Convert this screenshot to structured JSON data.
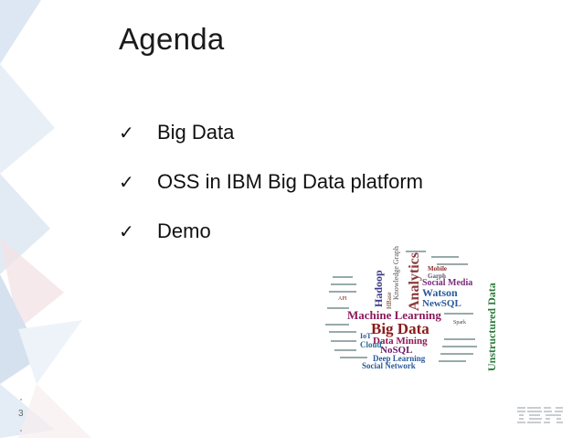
{
  "slide": {
    "title": "Agenda",
    "bullets": [
      {
        "text": "Big Data",
        "icon": "check-icon"
      },
      {
        "text": "OSS in IBM Big Data platform",
        "icon": "check-icon"
      },
      {
        "text": "Demo",
        "icon": "check-icon"
      }
    ],
    "page_number": "3",
    "logo_text": "IBM"
  },
  "word_cloud": {
    "words": [
      {
        "text": "Analytics",
        "color": "#8b3a3a"
      },
      {
        "text": "Hadoop",
        "color": "#3a3a8b"
      },
      {
        "text": "Knowledge Graph",
        "color": "#555"
      },
      {
        "text": "Social Media",
        "color": "#7a2a7a"
      },
      {
        "text": "Watson",
        "color": "#2a5a9a"
      },
      {
        "text": "NewSQL",
        "color": "#2a5a9a"
      },
      {
        "text": "Mobile",
        "color": "#8b2a2a"
      },
      {
        "text": "Garph",
        "color": "#556"
      },
      {
        "text": "Machine Learning",
        "color": "#8b1a5a"
      },
      {
        "text": "Big Data",
        "color": "#8b1a1a"
      },
      {
        "text": "Data Mining",
        "color": "#8b1a5a"
      },
      {
        "text": "NoSQL",
        "color": "#6a1a6a"
      },
      {
        "text": "Cloud",
        "color": "#2a6a9a"
      },
      {
        "text": "IoT",
        "color": "#2a5a9a"
      },
      {
        "text": "Deep Learning",
        "color": "#2a5a9a"
      },
      {
        "text": "Social Network",
        "color": "#2a5a9a"
      },
      {
        "text": "Unstructured Data",
        "color": "#2a7a3a"
      },
      {
        "text": "HBase",
        "color": "#6a3a1a"
      },
      {
        "text": "Spark",
        "color": "#445"
      },
      {
        "text": "API",
        "color": "#8b1a1a"
      }
    ]
  },
  "colors": {
    "accent_blue": "#8fb4d9",
    "accent_red": "#d9a0a0"
  }
}
